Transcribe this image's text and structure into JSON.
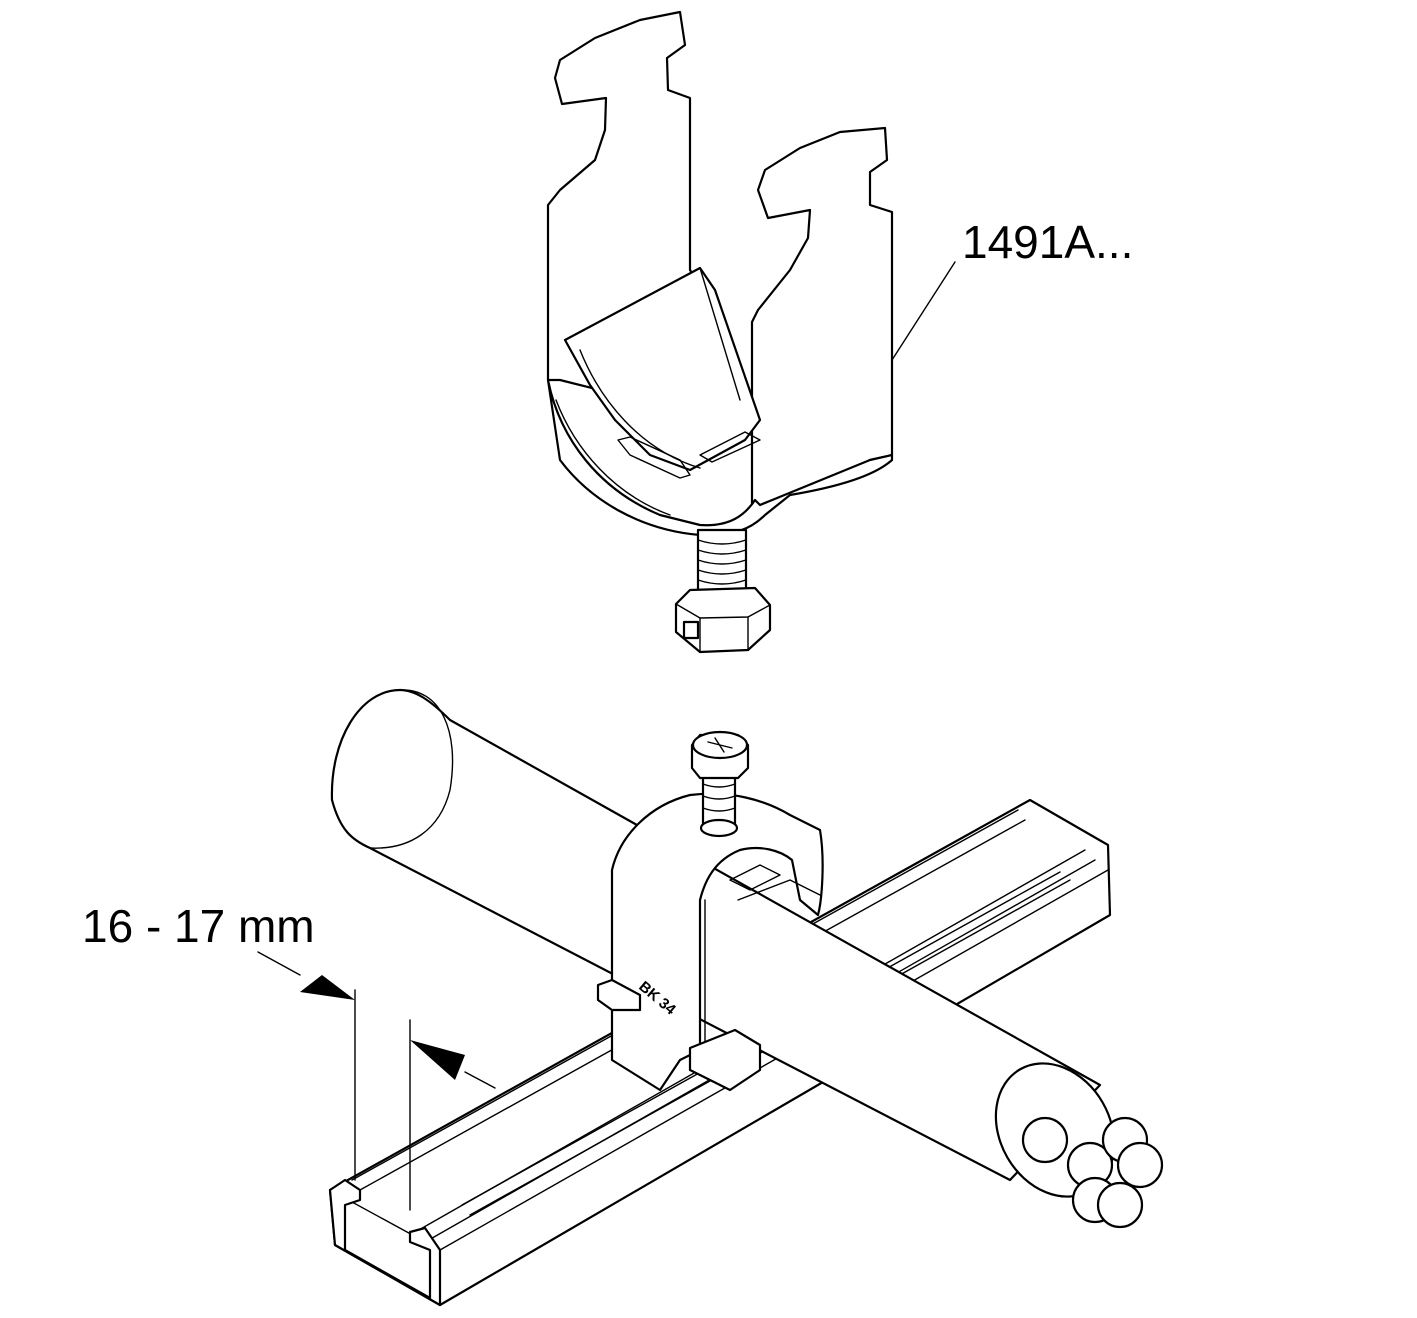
{
  "labels": {
    "part_number": "1491A...",
    "dimension": "16 - 17 mm",
    "clamp_marking": "BK 34"
  }
}
